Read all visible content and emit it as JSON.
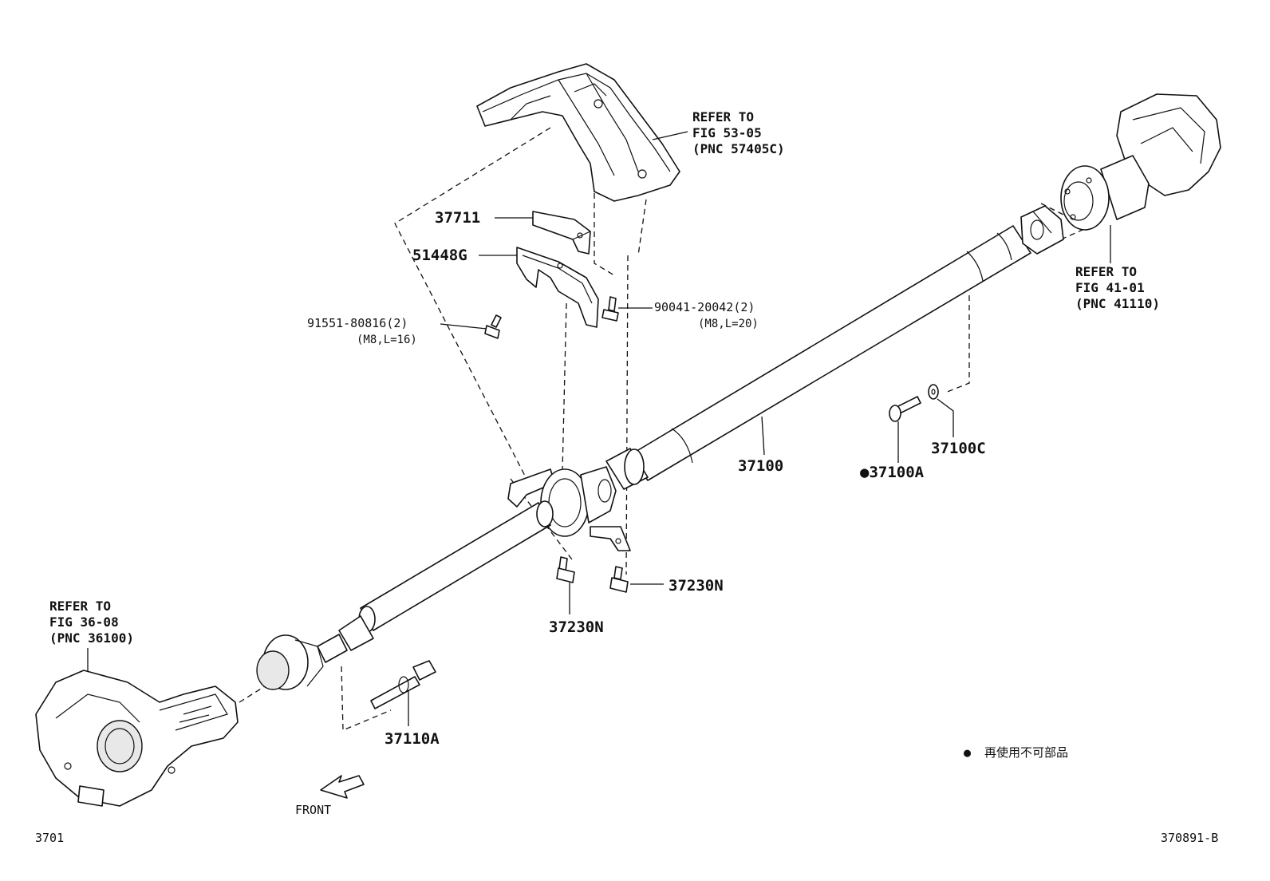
{
  "labels": {
    "p37711": "37711",
    "p51448g": "51448G",
    "p91551": "91551-80816(2)",
    "p91551_spec": "(M8,L=16)",
    "p90041": "90041-20042(2)",
    "p90041_spec": "(M8,L=20)",
    "p37100": "37100",
    "p37100a": "●37100A",
    "p37100c": "37100C",
    "p37230n_right": "37230N",
    "p37230n_bottom": "37230N",
    "p37110a": "37110A"
  },
  "refs": {
    "top": {
      "l1": "REFER TO",
      "l2": "FIG 53-05",
      "l3": "(PNC 57405C)"
    },
    "right": {
      "l1": "REFER TO",
      "l2": "FIG 41-01",
      "l3": "(PNC 41110)"
    },
    "left": {
      "l1": "REFER TO",
      "l2": "FIG 36-08",
      "l3": "(PNC 36100)"
    }
  },
  "legend": {
    "symbol": "●",
    "text": "再使用不可部品"
  },
  "front_label": "FRONT",
  "corner": {
    "left": "3701",
    "right": "370891-B"
  }
}
